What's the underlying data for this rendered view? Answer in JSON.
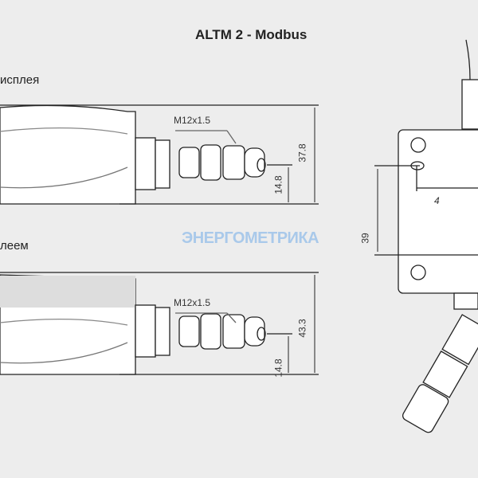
{
  "title": "ALTM 2 - Modbus",
  "section_top": "исплея",
  "section_bottom": "леем",
  "watermark": "ЭНЕРГОМЕТРИКА",
  "top_view": {
    "thread": "M12x1.5",
    "height": "37.8",
    "axis_height": "14.8"
  },
  "bottom_view": {
    "thread": "M12x1.5",
    "height": "43.3",
    "axis_height": "14.8"
  },
  "front_view": {
    "hole_spacing": "39",
    "partial_dim": "4"
  }
}
